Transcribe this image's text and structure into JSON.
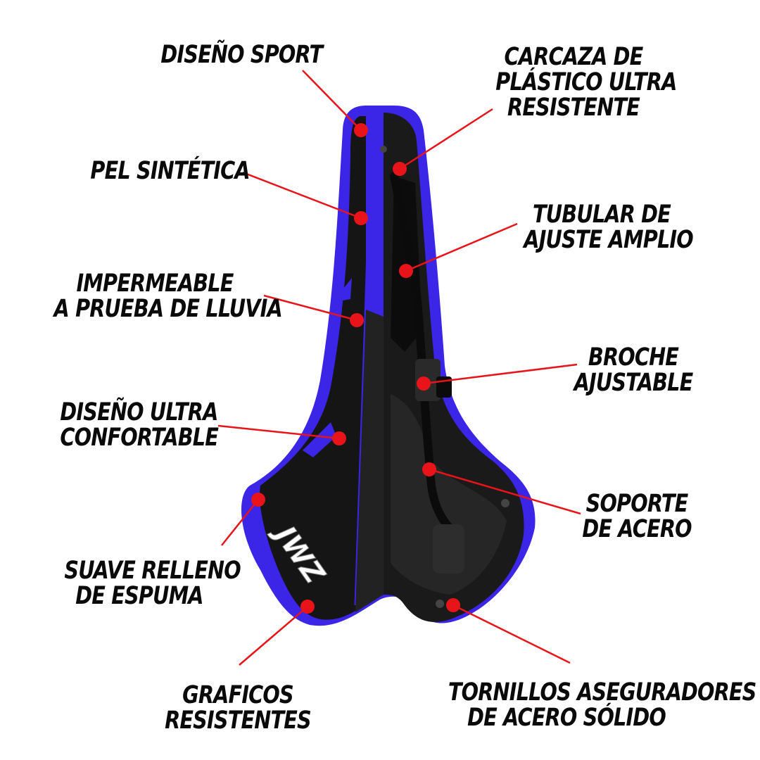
{
  "colors": {
    "accent_blue": "#3b25e6",
    "saddle_black": "#111111",
    "leader_red": "#e8141a",
    "dot_red": "#e8141a",
    "text": "#0a0a0a"
  },
  "labels": {
    "diseno_sport": [
      "DISEÑO SPORT"
    ],
    "pel_sintetica": [
      "PEL SINTÉTICA"
    ],
    "impermeable": [
      "IMPERMEABLE",
      "A PRUEBA DE LLUVIA"
    ],
    "ultra_confortable": [
      "DISEÑO ULTRA",
      "CONFORTABLE"
    ],
    "relleno_espuma": [
      "SUAVE RELLENO",
      "DE ESPUMA"
    ],
    "graficos": [
      "GRAFICOS",
      "RESISTENTES"
    ],
    "carcaza": [
      "CARCAZA DE",
      "PLÁSTICO ULTRA",
      "RESISTENTE"
    ],
    "tubular": [
      "TUBULAR DE",
      "AJUSTE AMPLIO"
    ],
    "broche": [
      "BROCHE",
      "AJUSTABLE"
    ],
    "soporte": [
      "SOPORTE",
      "DE ACERO"
    ],
    "tornillos": [
      "TORNILLOS ASEGURADORES",
      "DE ACERO SÓLIDO"
    ]
  },
  "brand_logo": "JWZ"
}
